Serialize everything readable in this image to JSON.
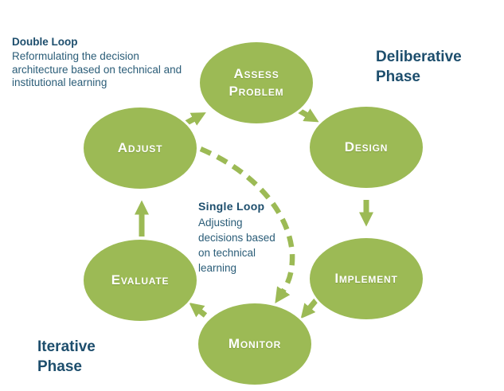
{
  "colors": {
    "node_fill": "#9cba55",
    "node_border": "#ffffff",
    "arrow_green": "#9cba55",
    "heading_blue": "#1d4e6d",
    "body_blue": "#2b5d78",
    "node_text": "#ffffff",
    "background": "#ffffff"
  },
  "nodes": [
    {
      "id": "assess-problem",
      "label": "Assess Problem"
    },
    {
      "id": "design",
      "label": "Design"
    },
    {
      "id": "implement",
      "label": "Implement"
    },
    {
      "id": "monitor",
      "label": "Monitor"
    },
    {
      "id": "evaluate",
      "label": "Evaluate"
    },
    {
      "id": "adjust",
      "label": "Adjust"
    }
  ],
  "phases": {
    "deliberative_label": "Deliberative Phase",
    "iterative_label": "Iterative Phase"
  },
  "loops": {
    "double_loop": {
      "title": "Double Loop",
      "description": "Reformulating the decision architecture based on technical and institutional learning"
    },
    "single_loop": {
      "title": "Single Loop",
      "description": "Adjusting decisions based on technical learning"
    }
  },
  "flow": {
    "solid_arrows": [
      "adjust -> assess-problem",
      "assess-problem -> design",
      "design -> implement",
      "implement -> monitor",
      "monitor -> evaluate",
      "evaluate -> adjust"
    ],
    "dashed_arrow": "adjust -> monitor (single loop shortcut)"
  }
}
